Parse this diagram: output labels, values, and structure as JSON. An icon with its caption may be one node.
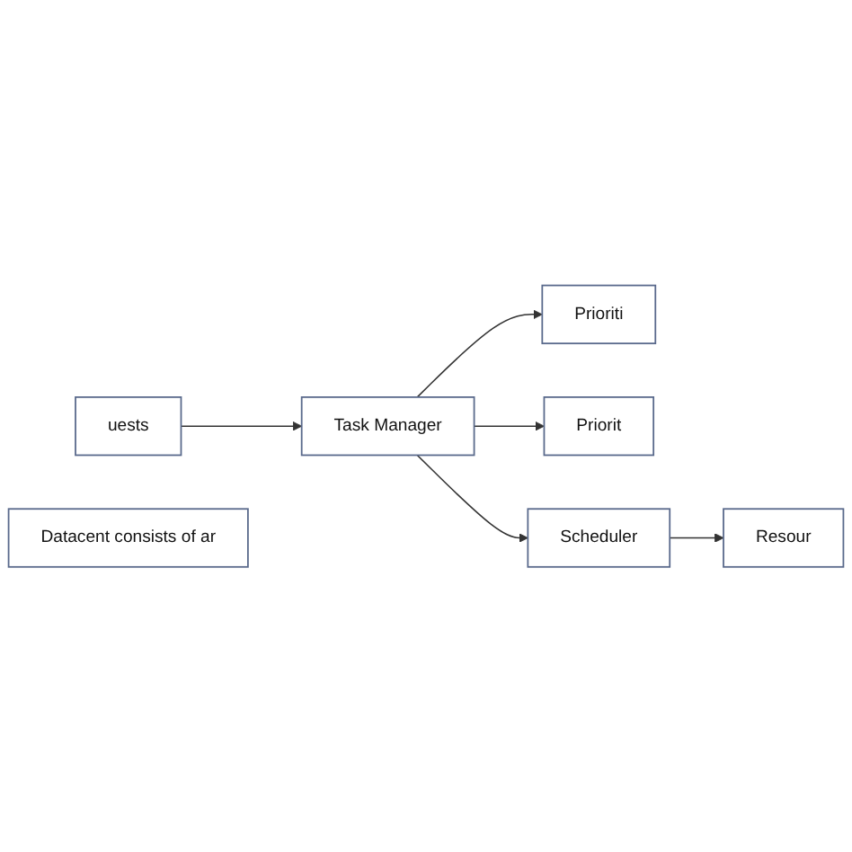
{
  "diagram": {
    "nodes": [
      {
        "text": [
          "uests"
        ]
      },
      {
        "text": [
          "Task Manager"
        ]
      },
      {
        "text": [
          "Prioriti"
        ]
      },
      {
        "text": [
          "Priorit"
        ]
      },
      {
        "text": [
          "Scheduler"
        ]
      },
      {
        "text": [
          "Resour"
        ]
      },
      {
        "text": [
          "Datacent consists of ar"
        ]
      }
    ],
    "edges": [
      {
        "from": 0,
        "to": 1,
        "arrow": "to"
      },
      {
        "from": 1,
        "to": 2,
        "arrow": "to"
      },
      {
        "from": 1,
        "to": 3,
        "arrow": "to"
      },
      {
        "from": 1,
        "to": 4,
        "arrow": "to"
      },
      {
        "from": 4,
        "to": 5,
        "arrow": "to"
      }
    ]
  }
}
